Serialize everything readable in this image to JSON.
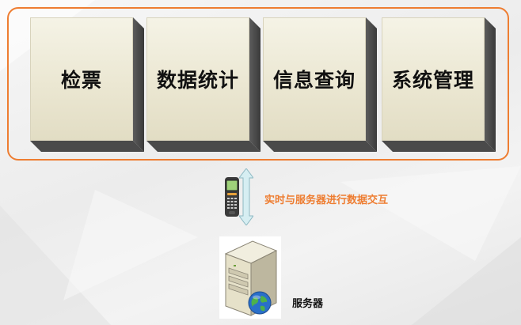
{
  "modules": [
    {
      "label": "检票"
    },
    {
      "label": "数据统计"
    },
    {
      "label": "信息查询"
    },
    {
      "label": "系统管理"
    }
  ],
  "connection": {
    "label": "实时与服务器进行数据交互"
  },
  "server": {
    "label": "服务器"
  },
  "colors": {
    "accent": "#ee7d31",
    "tile_face": "#ebe7d2",
    "tile_shadow": "#3a3a3a",
    "arrow": "#bfe3ea"
  },
  "icons": [
    "handheld-terminal-icon",
    "double-arrow-icon",
    "server-icon",
    "globe-icon"
  ]
}
